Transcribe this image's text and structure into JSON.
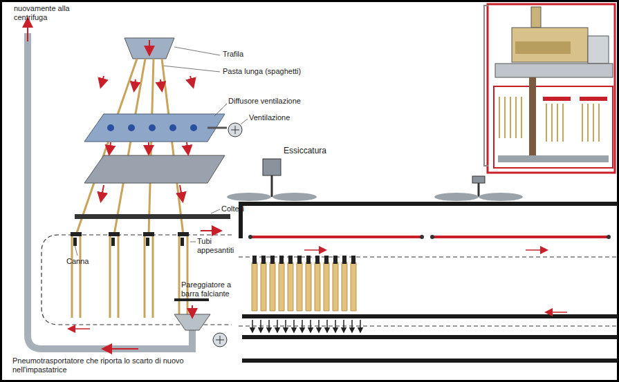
{
  "diagram": {
    "labels": [
      "nuovamente alla centrifuga",
      "Trafila",
      "Pasta lunga (spaghetti)",
      "Diffusore ventilazione",
      "Ventilazione",
      "Essiccatura",
      "Coltelli",
      "Tubi appesantiti",
      "Canna",
      "Pareggiatore a barra falciante",
      "Pneumotrasportatore che riporta lo scarto di nuovo nell'impastatrice"
    ]
  }
}
